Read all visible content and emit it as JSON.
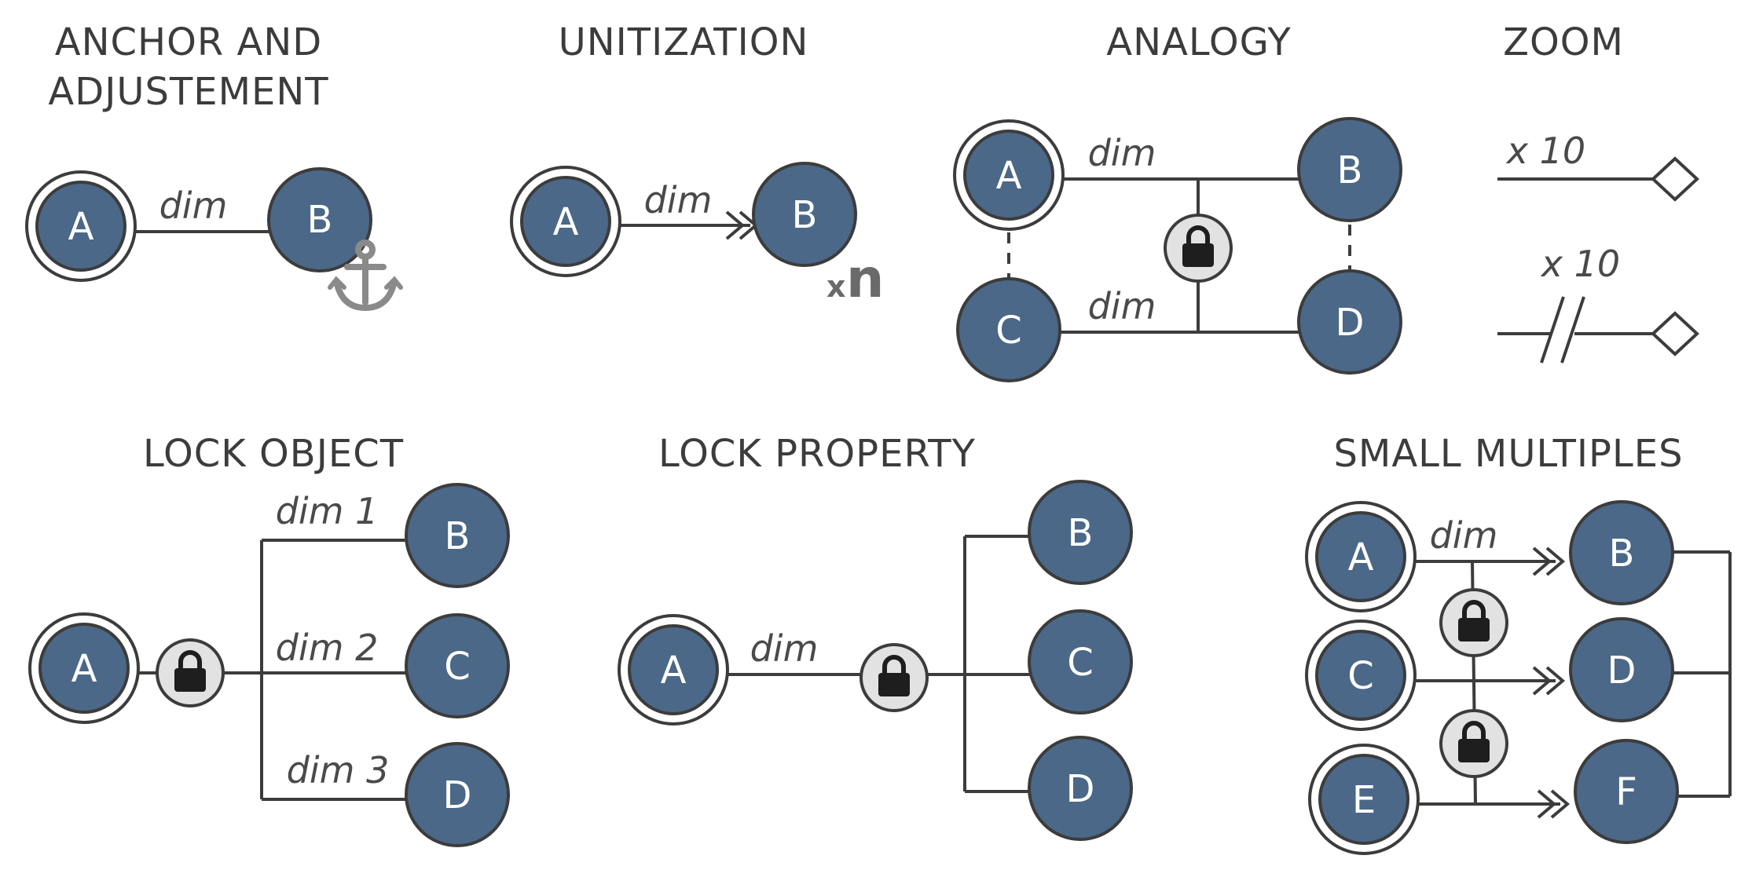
{
  "panels": {
    "anchor": {
      "title_line1": "ANCHOR AND",
      "title_line2": "ADJUSTEMENT",
      "edge_label": "dim",
      "node_a": "A",
      "node_b": "B"
    },
    "unitization": {
      "title": "UNITIZATION",
      "edge_label": "dim",
      "node_a": "A",
      "node_b": "B",
      "mult_x": "x",
      "mult_n": "n"
    },
    "analogy": {
      "title": "ANALOGY",
      "edge_label_top": "dim",
      "edge_label_bottom": "dim",
      "node_a": "A",
      "node_b": "B",
      "node_c": "C",
      "node_d": "D"
    },
    "zoom": {
      "title": "ZOOM",
      "label_top": "x 10",
      "label_bottom": "x 10"
    },
    "lock_object": {
      "title": "LOCK OBJECT",
      "node_a": "A",
      "node_b": "B",
      "node_c": "C",
      "node_d": "D",
      "label_1": "dim 1",
      "label_2": "dim 2",
      "label_3": "dim 3"
    },
    "lock_property": {
      "title": "LOCK PROPERTY",
      "edge_label": "dim",
      "node_a": "A",
      "node_b": "B",
      "node_c": "C",
      "node_d": "D"
    },
    "small_multiples": {
      "title": "SMALL MULTIPLES",
      "edge_label": "dim",
      "node_a": "A",
      "node_b": "B",
      "node_c": "C",
      "node_d": "D",
      "node_e": "E",
      "node_f": "F"
    }
  },
  "colors": {
    "node_fill": "#4b6888",
    "stroke": "#3c3c3c",
    "lock_bg": "#e2e2e2"
  }
}
